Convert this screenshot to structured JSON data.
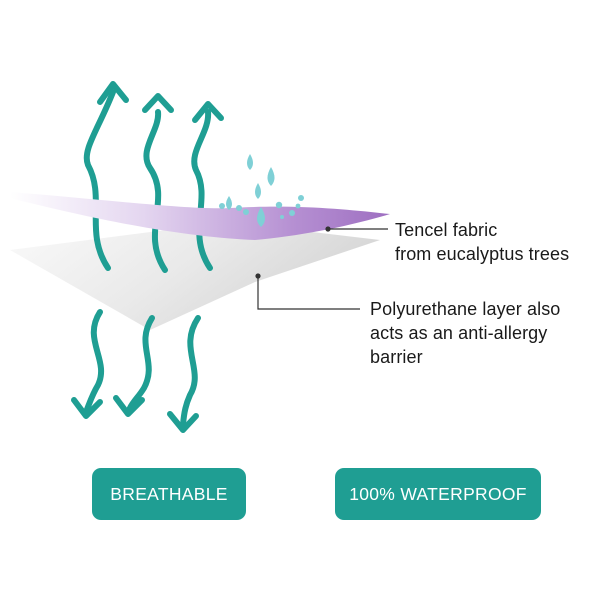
{
  "callouts": {
    "tencel": {
      "lines": [
        "Tencel fabric",
        "from eucalyptus trees"
      ]
    },
    "polyurethane": {
      "lines": [
        "Polyurethane layer also",
        "acts as an anti-allergy",
        "barrier"
      ]
    }
  },
  "badges": {
    "breathable": "BREATHABLE",
    "waterproof": "100% WATERPROOF"
  },
  "colors": {
    "teal": "#1f9e93",
    "droplet": "#7fd0d6",
    "fabric_purple": "#a47bc6",
    "fabric_light": "#e3d5ef",
    "layer_gray": "#dedede",
    "leader_line": "#333333"
  },
  "icons": {
    "airflow": "arrow-wave-icon",
    "water": "droplet-icon"
  }
}
